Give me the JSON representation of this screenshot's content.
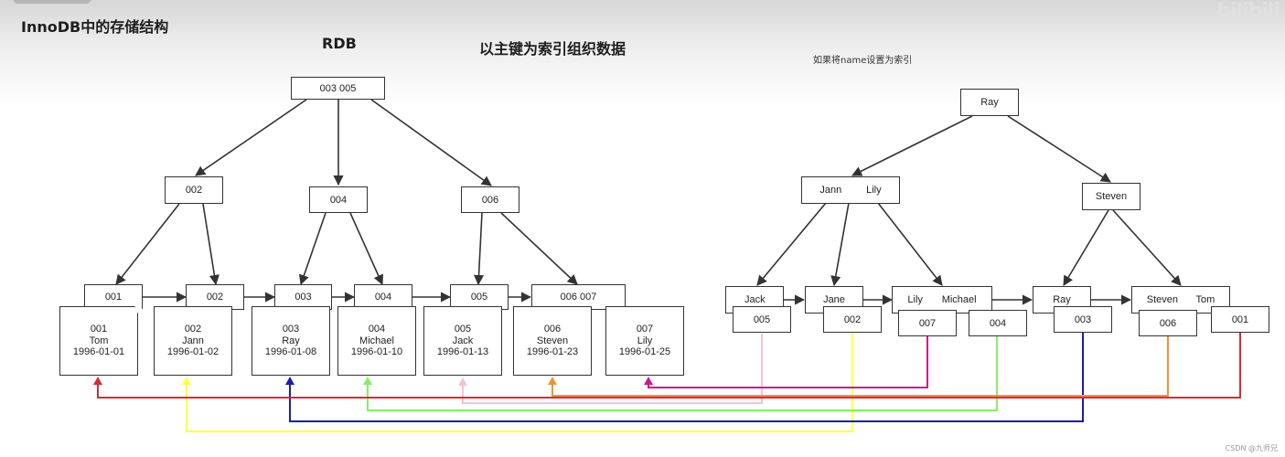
{
  "header": {
    "title": "InnoDB中的存储结构",
    "rdb_label": "RDB",
    "pk_label": "以主键为索引组织数据",
    "name_index_note": "如果将name设置为索引",
    "credit": "CSDN @九师兄",
    "watermark": "bilibili"
  },
  "primary_tree": {
    "root": "003  005",
    "level2": [
      "002",
      "004",
      "006"
    ],
    "keys": [
      "001",
      "002",
      "003",
      "004",
      "005",
      "006  007"
    ],
    "records": [
      {
        "id": "001",
        "name": "Tom",
        "date": "1996-01-01"
      },
      {
        "id": "002",
        "name": "Jann",
        "date": "1996-01-02"
      },
      {
        "id": "003",
        "name": "Ray",
        "date": "1996-01-08"
      },
      {
        "id": "004",
        "name": "Michael",
        "date": "1996-01-10"
      },
      {
        "id": "005",
        "name": "Jack",
        "date": "1996-01-13"
      },
      {
        "id": "006",
        "name": "Steven",
        "date": "1996-01-23"
      },
      {
        "id": "007",
        "name": "Lily",
        "date": "1996-01-25"
      }
    ]
  },
  "name_tree": {
    "root": "Ray",
    "level2": [
      [
        "Jann",
        "Lily"
      ],
      [
        "Steven"
      ]
    ],
    "leaves": [
      {
        "names": [
          "Jack"
        ],
        "pks": [
          "005"
        ]
      },
      {
        "names": [
          "Jane"
        ],
        "pks": [
          "002"
        ]
      },
      {
        "names": [
          "Lily",
          "Michael"
        ],
        "pks": [
          "007",
          "004"
        ]
      },
      {
        "names": [
          "Ray"
        ],
        "pks": [
          "003"
        ]
      },
      {
        "names": [
          "Steven",
          "Tom"
        ],
        "pks": [
          "006",
          "001"
        ]
      }
    ]
  },
  "link_colors": {
    "pk_005": "#f4c2d4",
    "pk_002": "#ffff44",
    "pk_007": "#cc1a8c",
    "pk_004": "#88ee66",
    "pk_003": "#1c1cb0",
    "pk_006": "#f0913a",
    "pk_001": "#d82a3a"
  }
}
